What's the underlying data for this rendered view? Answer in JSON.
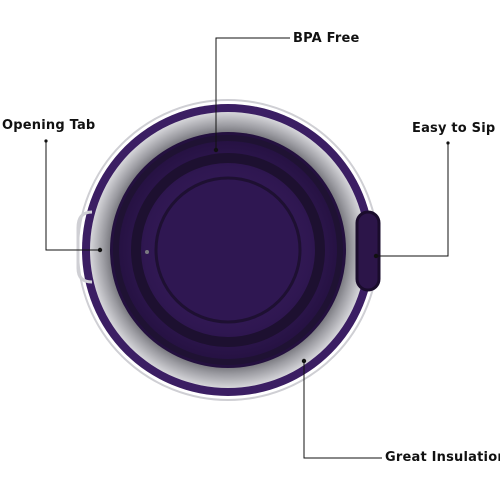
{
  "labels": {
    "bpa_free": "BPA Free",
    "opening_tab": "Opening Tab",
    "easy_to_sip": "Easy to Sip",
    "great_insulation": "Great Insulation"
  },
  "colors": {
    "lid_purple": "#3b1e63",
    "lid_dark": "#1f1233",
    "rim_gray": "#8d8d92",
    "callout_line": "#111111"
  }
}
